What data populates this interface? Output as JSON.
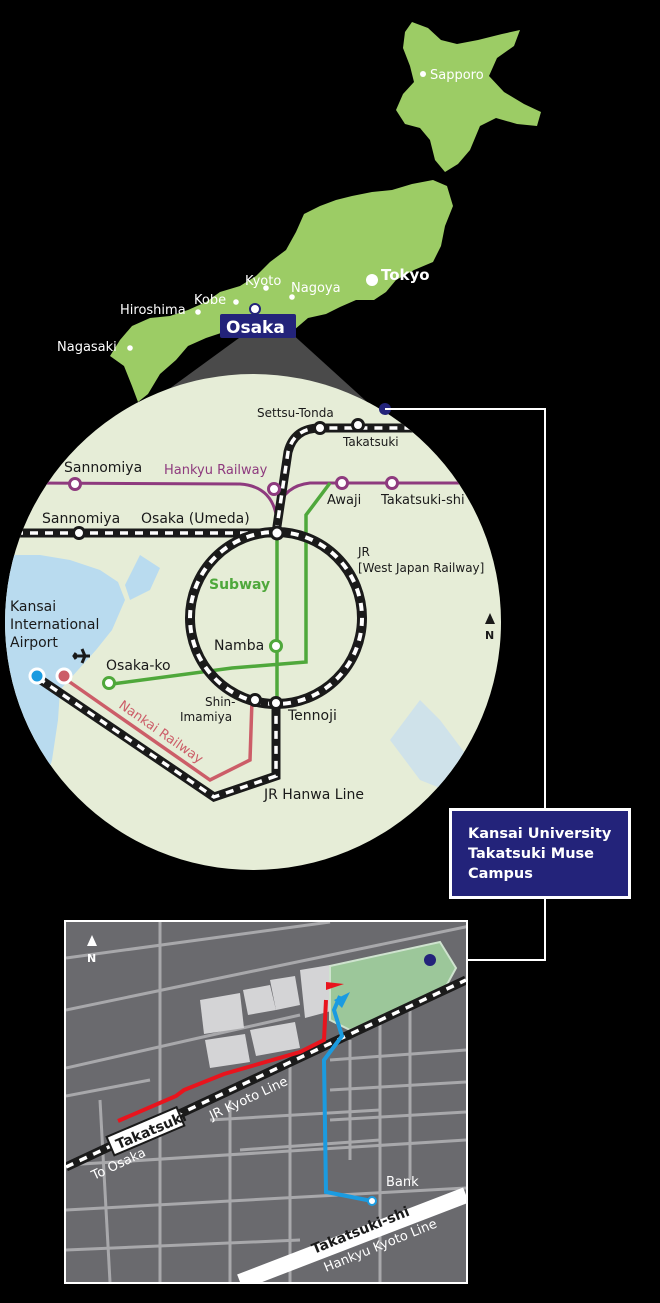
{
  "japan_map": {
    "cities": [
      {
        "name": "Sapporo"
      },
      {
        "name": "Tokyo"
      },
      {
        "name": "Nagoya"
      },
      {
        "name": "Kyoto"
      },
      {
        "name": "Kobe"
      },
      {
        "name": "Hiroshima"
      },
      {
        "name": "Nagasaki"
      }
    ],
    "highlight_city": "Osaka"
  },
  "osaka_map": {
    "stations": {
      "settsu_tonda": "Settsu-Tonda",
      "takatsuki": "Takatsuki",
      "sannomiya_hankyu": "Sannomiya",
      "sannomiya_jr": "Sannomiya",
      "awaji": "Awaji",
      "takatsuki_shi": "Takatsuki-shi",
      "osaka_umeda": "Osaka (Umeda)",
      "namba": "Namba",
      "osaka_ko": "Osaka-ko",
      "shin_imamiya_1": "Shin-",
      "shin_imamiya_2": "Imamiya",
      "tennoji": "Tennoji"
    },
    "lines": {
      "hankyu": "Hankyu Railway",
      "jr_1": "JR",
      "jr_2": "[West Japan Railway]",
      "subway": "Subway",
      "nankai": "Nankai Railway",
      "jr_hanwa": "JR Hanwa Line"
    },
    "airport": {
      "line1": "Kansai",
      "line2": "International",
      "line3": "Airport"
    },
    "north": "N"
  },
  "campus_box": {
    "line1": "Kansai University",
    "line2": "Takatsuki Muse",
    "line3": "Campus"
  },
  "local_map": {
    "north": "N",
    "station_label": "Takatsuki",
    "jr_line": "JR Kyoto Line",
    "to_osaka": "To Osaka",
    "bank": "Bank",
    "hankyu_station": "Takatsuki-shi",
    "hankyu_line": "Hankyu Kyoto Line"
  },
  "colors": {
    "land": "#9ccc65",
    "sea": "#b9dbef",
    "circle_land": "#e6edd7",
    "hankyu": "#8e3a7e",
    "subway": "#4fa83b",
    "nankai": "#cc5d68",
    "campus": "#23237a",
    "route_red": "#e8141d",
    "route_blue": "#1b9be0",
    "local_bg": "#6a6a6e",
    "local_road": "#a8a8ab"
  }
}
